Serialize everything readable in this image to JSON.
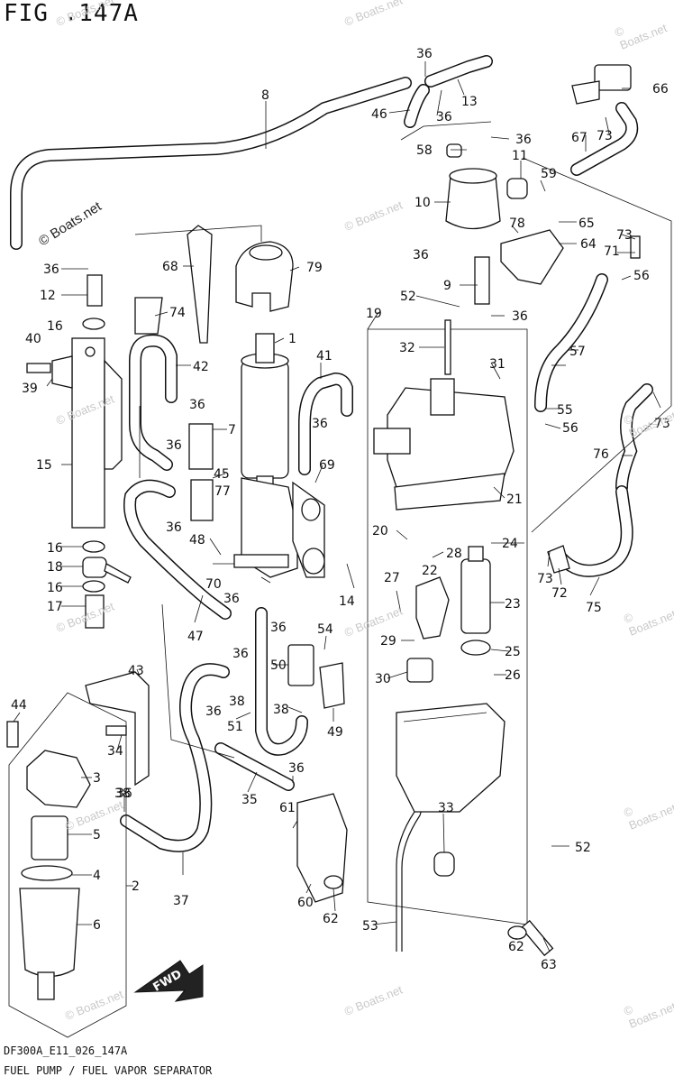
{
  "title": "FIG .147A",
  "footer": {
    "code": "DF300A_E11_026_147A",
    "name": "FUEL PUMP / FUEL VAPOR SEPARATOR"
  },
  "watermark": "© Boats.net",
  "fwd_label": "FWD",
  "callouts": [
    "1",
    "2",
    "3",
    "4",
    "5",
    "6",
    "7",
    "8",
    "9",
    "10",
    "11",
    "12",
    "13",
    "14",
    "15",
    "16",
    "16",
    "16",
    "17",
    "18",
    "19",
    "20",
    "21",
    "22",
    "23",
    "24",
    "25",
    "26",
    "27",
    "28",
    "29",
    "30",
    "31",
    "32",
    "33",
    "34",
    "35",
    "36",
    "36",
    "36",
    "36",
    "36",
    "36",
    "36",
    "36",
    "36",
    "36",
    "36",
    "36",
    "36",
    "36",
    "36",
    "36",
    "37",
    "38",
    "38",
    "38",
    "39",
    "40",
    "41",
    "42",
    "43",
    "44",
    "45",
    "46",
    "47",
    "48",
    "49",
    "50",
    "51",
    "52",
    "52",
    "53",
    "54",
    "55",
    "56",
    "56",
    "57",
    "58",
    "59",
    "60",
    "61",
    "62",
    "62",
    "63",
    "64",
    "65",
    "66",
    "67",
    "68",
    "69",
    "70",
    "71",
    "72",
    "73",
    "73",
    "73",
    "73",
    "74",
    "75",
    "76",
    "77",
    "78",
    "79"
  ]
}
